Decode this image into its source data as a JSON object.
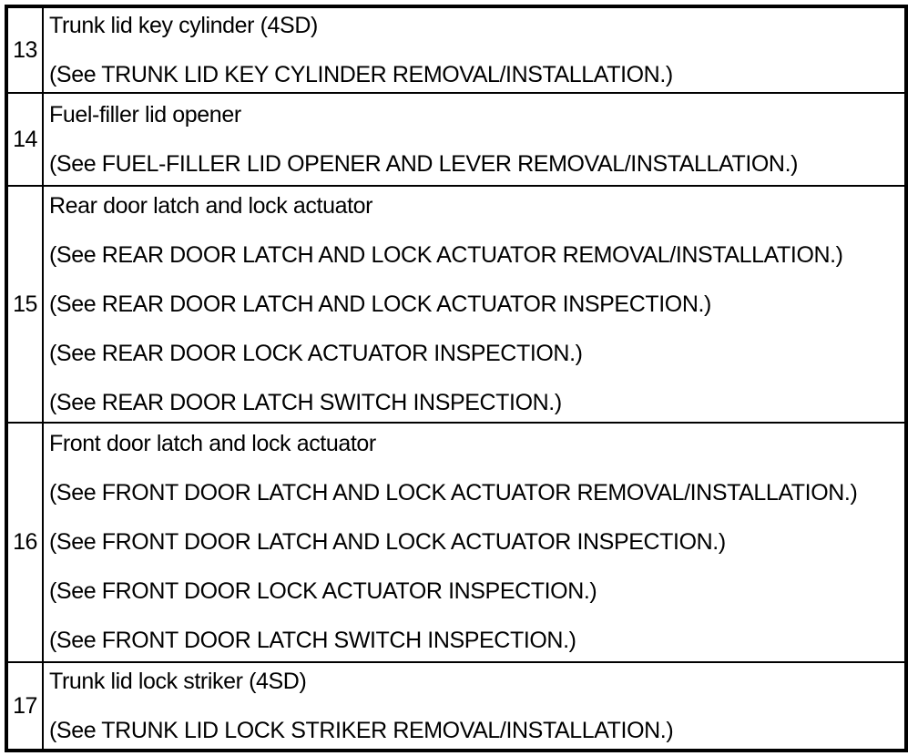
{
  "colors": {
    "text": "#000000",
    "border": "#000000",
    "background": "#ffffff"
  },
  "table": {
    "columns": [
      "item_number",
      "description"
    ],
    "rows": [
      {
        "num": "13",
        "lines": [
          "Trunk lid key cylinder (4SD)",
          "(See TRUNK LID KEY CYLINDER REMOVAL/INSTALLATION.)"
        ]
      },
      {
        "num": "14",
        "lines": [
          "Fuel-filler lid opener",
          "(See FUEL-FILLER LID OPENER AND LEVER REMOVAL/INSTALLATION.)"
        ]
      },
      {
        "num": "15",
        "lines": [
          "Rear door latch and lock actuator",
          "(See REAR DOOR LATCH AND LOCK ACTUATOR REMOVAL/INSTALLATION.)",
          "(See REAR DOOR LATCH AND LOCK ACTUATOR INSPECTION.)",
          "(See REAR DOOR LOCK ACTUATOR INSPECTION.)",
          "(See REAR DOOR LATCH SWITCH INSPECTION.)"
        ]
      },
      {
        "num": "16",
        "lines": [
          "Front door latch and lock actuator",
          "(See FRONT DOOR LATCH AND LOCK ACTUATOR REMOVAL/INSTALLATION.)",
          "(See FRONT DOOR LATCH AND LOCK ACTUATOR INSPECTION.)",
          "(See FRONT DOOR LOCK ACTUATOR INSPECTION.)",
          "(See FRONT DOOR LATCH SWITCH INSPECTION.)"
        ]
      },
      {
        "num": "17",
        "lines": [
          "Trunk lid lock striker (4SD)",
          "(See TRUNK LID LOCK STRIKER REMOVAL/INSTALLATION.)"
        ]
      }
    ]
  }
}
